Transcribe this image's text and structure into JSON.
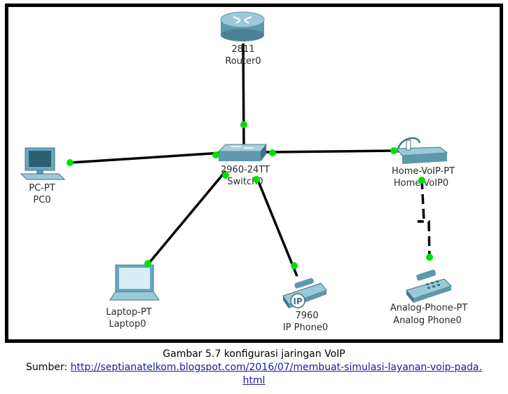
{
  "devices": {
    "router": {
      "model": "2811",
      "name": "Router0",
      "icon": "router-icon"
    },
    "switch": {
      "model": "2960-24TT",
      "name": "Switch0",
      "icon": "switch-icon"
    },
    "pc": {
      "model": "PC-PT",
      "name": "PC0",
      "icon": "pc-icon"
    },
    "voip": {
      "model": "Home-VoIP-PT",
      "name": "Home VoIP0",
      "icon": "home-voip-icon"
    },
    "laptop": {
      "model": "Laptop-PT",
      "name": "Laptop0",
      "icon": "laptop-icon"
    },
    "ipphone": {
      "model": "7960",
      "name": "IP Phone0",
      "icon": "ip-phone-icon",
      "badge": "IP"
    },
    "analog": {
      "model": "Analog-Phone-PT",
      "name": "Analog Phone0",
      "icon": "analog-phone-icon"
    }
  },
  "colors": {
    "link": "#000000",
    "port_up": "#00e000",
    "device": "#6aa8c0"
  },
  "caption": "Gambar 5.7 konfigurasi jaringan VoIP",
  "source": {
    "prefix": "Sumber: ",
    "url_line1": "http://septianatelkom.blogspot.com/2016/07/membuat-simulasi-layanan-voip-pada.",
    "url_line2": "html"
  }
}
